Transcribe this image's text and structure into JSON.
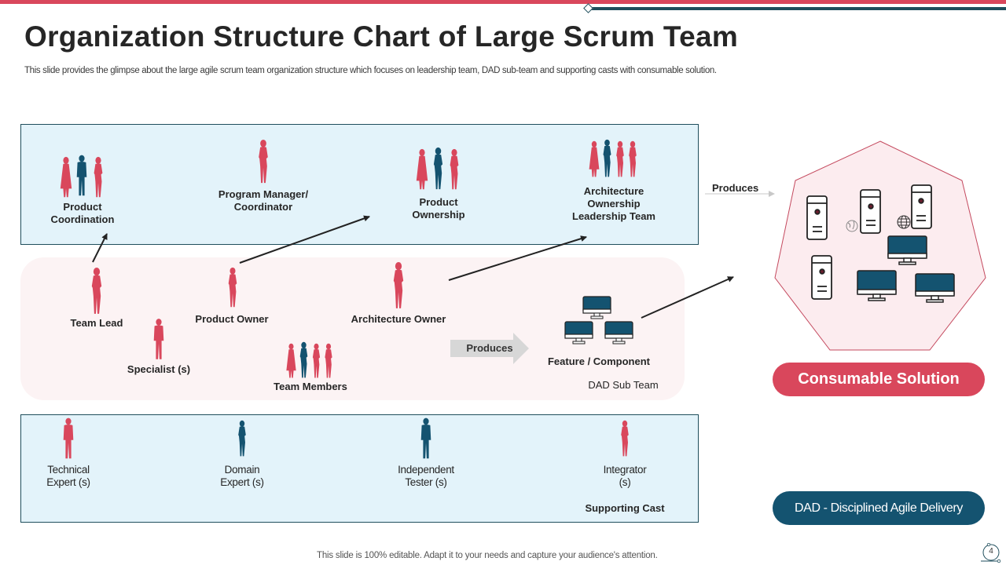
{
  "slide": {
    "title": "Organization Structure Chart of Large Scrum Team",
    "subtitle": "This slide provides the glimpse about the large agile scrum team organization structure which focuses on leadership team, DAD sub-team and supporting casts with consumable solution.",
    "footer": "This slide is 100% editable. Adapt it to your needs and capture your audience's attention.",
    "page_number": "4"
  },
  "colors": {
    "accent_red": "#d9475c",
    "accent_teal": "#145370",
    "panel_blue": "#e3f3fa",
    "panel_pink": "#fcf3f4"
  },
  "leadership": {
    "roles": [
      {
        "label_line1": "Product",
        "label_line2": "Coordination",
        "icon": "group-of-people-icon"
      },
      {
        "label_line1": "Program Manager/",
        "label_line2": "Coordinator",
        "icon": "person-icon"
      },
      {
        "label_line1": "Product",
        "label_line2": "Ownership",
        "icon": "group-of-people-icon"
      },
      {
        "label_line1": "Architecture",
        "label_line2": "Ownership",
        "label_line3": "Leadership Team",
        "icon": "group-of-people-icon"
      }
    ]
  },
  "dad_sub_team": {
    "label": "DAD Sub Team",
    "roles": [
      {
        "label": "Team Lead",
        "icon": "person-icon"
      },
      {
        "label": "Product Owner",
        "icon": "person-icon"
      },
      {
        "label": "Architecture Owner",
        "icon": "person-icon"
      },
      {
        "label": "Specialist (s)",
        "icon": "person-icon"
      },
      {
        "label": "Team Members",
        "icon": "group-of-people-icon"
      }
    ],
    "produces_label": "Produces",
    "output_label": "Feature / Component",
    "output_icon": "computer-monitors-icon"
  },
  "supporting_cast": {
    "label": "Supporting Cast",
    "roles": [
      {
        "label_line1": "Technical",
        "label_line2": "Expert (s)"
      },
      {
        "label_line1": "Domain",
        "label_line2": "Expert (s)"
      },
      {
        "label_line1": "Independent",
        "label_line2": "Tester (s)"
      },
      {
        "label_line1": "Integrator",
        "label_line2": "(s)"
      }
    ]
  },
  "solution": {
    "produces_label": "Produces",
    "icon": "servers-and-computers-icon",
    "label": "Consumable Solution"
  },
  "legend": {
    "dad_definition": "DAD - Disciplined Agile Delivery"
  }
}
